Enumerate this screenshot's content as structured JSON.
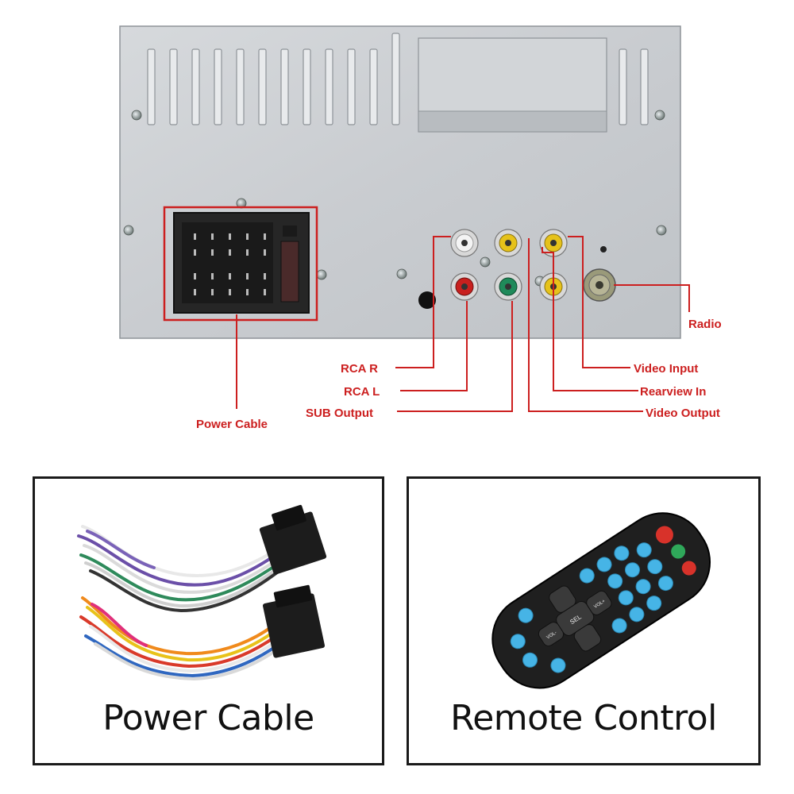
{
  "callouts": {
    "radio": "Radio",
    "rca_r": "RCA R",
    "rca_l": "RCA L",
    "sub_output": "SUB Output",
    "video_input": "Video Input",
    "rearview_in": "Rearview In",
    "video_output": "Video Output",
    "power_cable": "Power Cable"
  },
  "panels": {
    "power": {
      "caption": "Power Cable"
    },
    "remote": {
      "caption": "Remote Control"
    }
  },
  "remote_buttons": {
    "vol_up": "VOL+",
    "vol_down": "VOL-",
    "sel": "SEL"
  },
  "colors": {
    "accent_red": "#cc1f1f",
    "rca_white": "#f0f0f0",
    "rca_yellow": "#e6c21a",
    "rca_red": "#c8201e",
    "rca_green": "#1f8a5a",
    "remote_blue": "#46b4e6"
  }
}
